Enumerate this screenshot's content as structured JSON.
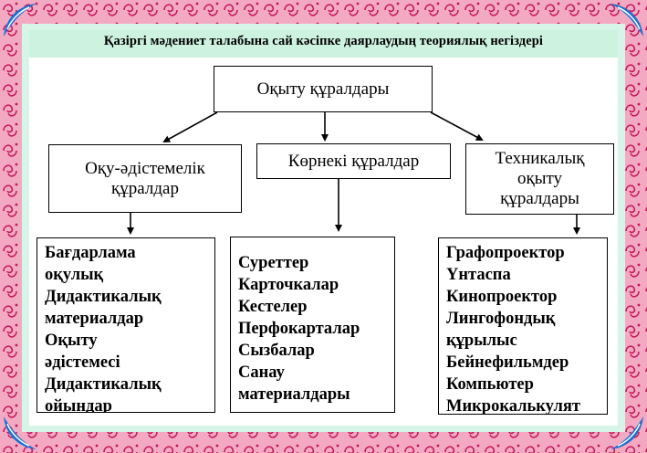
{
  "title": "Қазіргі мәдениет талабына сай кәсіпке даярлаудың теориялық негіздері",
  "root": "Оқыту құралдары",
  "categories": [
    {
      "label": "Оқу-әдістемелік құралдар",
      "items": [
        "Бағдарлама",
        "оқулық",
        "Дидактикалық",
        "материалдар",
        "Оқыту",
        "әдістемесі",
        "Дидактикалық",
        "ойындар"
      ]
    },
    {
      "label": "Көрнекі құралдар",
      "items": [
        "Суреттер",
        "Карточкалар",
        "Кестелер",
        "Перфокарталар",
        "Сызбалар",
        "Санау",
        "материалдары"
      ]
    },
    {
      "label": "Техникалық оқыту құралдары",
      "items": [
        "Графопроектор",
        "Үнтаспа",
        "Кинопроектор",
        "Лингофондық",
        "құрылыс",
        "Бейнефильмдер",
        "Компьютер",
        "Микрокалькулят"
      ]
    }
  ],
  "colors": {
    "frame": "#f4a9c2",
    "frame_pattern": "#c2185b",
    "title_band": "#cdf2e0",
    "corner_blue": "#1e6fd0"
  }
}
